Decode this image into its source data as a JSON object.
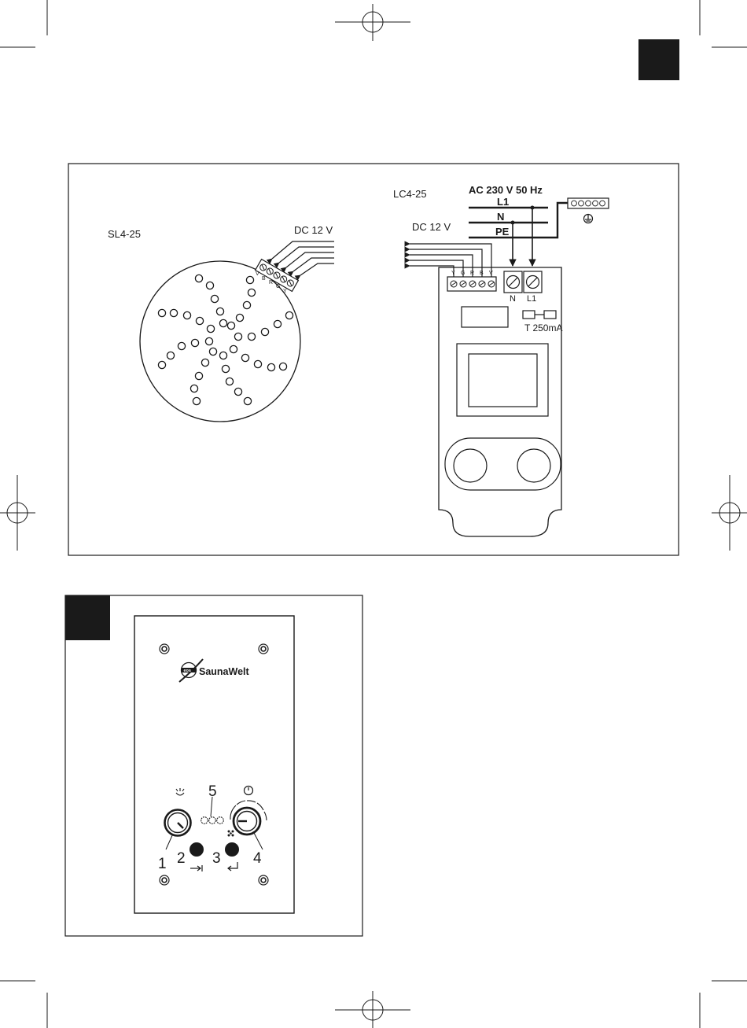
{
  "figure1": {
    "sl_label": "SL4-25",
    "sl_dc": "DC 12 V",
    "sl_wire_letters": [
      "V",
      "B",
      "R",
      "G",
      "Y"
    ],
    "lc_label": "LC4-25",
    "lc_dc": "DC 12 V",
    "ac_label": "AC 230 V 50 Hz",
    "line_labels": [
      "L1",
      "N",
      "PE"
    ],
    "wire_letters": [
      "Y",
      "G",
      "R",
      "B",
      "V"
    ],
    "terminal_labels": [
      "N",
      "L1"
    ],
    "fuse_label": "T 250mA"
  },
  "figure2": {
    "brand": "SaunaWelt",
    "logo_text": "eos",
    "callouts": [
      "1",
      "2",
      "3",
      "4",
      "5"
    ]
  },
  "colors": {
    "ink": "#1a1a1a",
    "paper": "#ffffff"
  }
}
